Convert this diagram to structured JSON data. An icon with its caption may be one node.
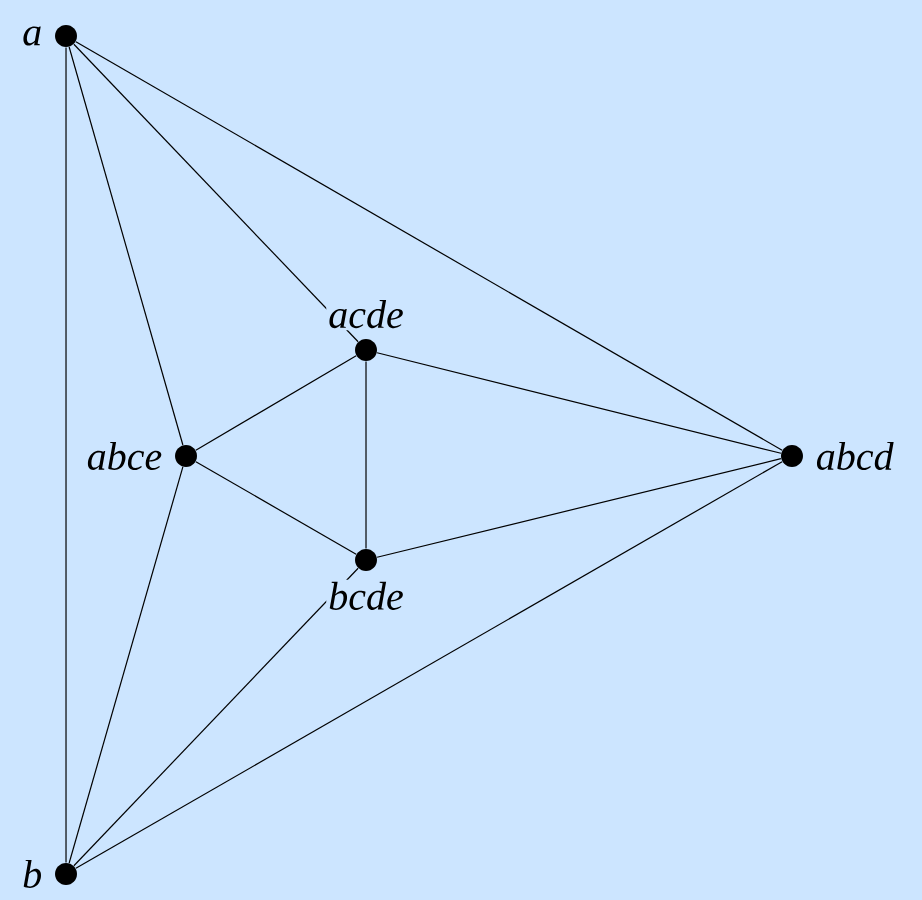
{
  "diagram": {
    "nodes": [
      {
        "text": [],
        "shape": "circle",
        "beside": [
          "a"
        ]
      },
      {
        "text": [],
        "shape": "circle",
        "beside": [
          "acde"
        ]
      },
      {
        "text": [],
        "shape": "circle",
        "beside": [
          "abce"
        ]
      },
      {
        "text": [],
        "shape": "circle",
        "beside": [
          "abcd"
        ]
      },
      {
        "text": [],
        "shape": "circle",
        "beside": [
          "bcde"
        ]
      },
      {
        "text": [],
        "shape": "circle",
        "beside": [
          "b"
        ]
      }
    ],
    "edges": [
      {
        "from": 0,
        "to": 5,
        "arrow": "none"
      },
      {
        "from": 0,
        "to": 2,
        "arrow": "none"
      },
      {
        "from": 0,
        "to": 1,
        "arrow": "none"
      },
      {
        "from": 0,
        "to": 3,
        "arrow": "none"
      },
      {
        "from": 5,
        "to": 2,
        "arrow": "none"
      },
      {
        "from": 5,
        "to": 4,
        "arrow": "none"
      },
      {
        "from": 5,
        "to": 3,
        "arrow": "none"
      },
      {
        "from": 2,
        "to": 1,
        "arrow": "none"
      },
      {
        "from": 2,
        "to": 4,
        "arrow": "none"
      },
      {
        "from": 1,
        "to": 4,
        "arrow": "none"
      },
      {
        "from": 1,
        "to": 3,
        "arrow": "none"
      },
      {
        "from": 4,
        "to": 3,
        "arrow": "none"
      }
    ]
  }
}
